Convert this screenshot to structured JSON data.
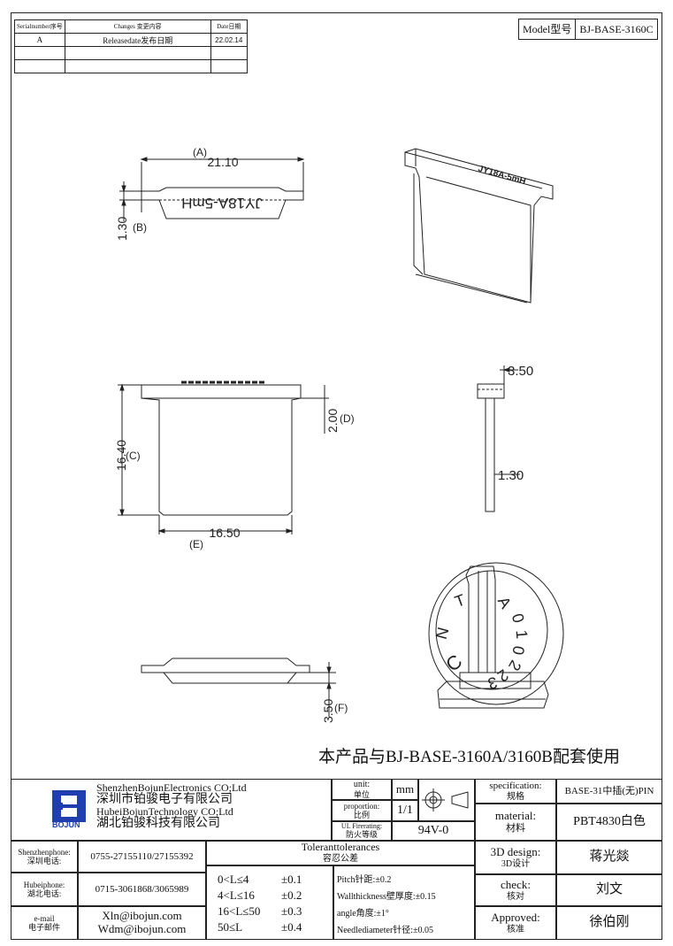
{
  "revision_table": {
    "headers": [
      "Serialnumber序号",
      "Changes 变更内容",
      "Date日期"
    ],
    "rows": [
      [
        "A",
        "Releasedate发布日期",
        "22.02.14"
      ],
      [
        "",
        "",
        ""
      ],
      [
        "",
        "",
        ""
      ]
    ]
  },
  "model": {
    "label": "Model型号",
    "value": "BJ-BASE-3160C"
  },
  "drawing": {
    "top_view": {
      "dim_width": "21.10",
      "dim_width_tag": "(A)",
      "dim_tab": "1.30",
      "dim_tab_tag": "(B)",
      "engraving": "JY18A-5mH"
    },
    "front_view": {
      "dim_height": "16.40",
      "dim_height_tag": "(C)",
      "dim_flange": "2.00",
      "dim_flange_tag": "(D)",
      "dim_body": "16.50",
      "dim_body_tag": "(E)"
    },
    "side_view": {
      "dim_head": "3.50",
      "dim_shank": "1.30"
    },
    "bottom_view": {
      "dim_thick": "3.50",
      "dim_thick_tag": "(F)"
    },
    "iso_label": "JY18A-5mH",
    "assembly_label": "322010AT·NC",
    "assembly_letters": [
      "C",
      "N",
      "T",
      "A",
      "0",
      "1",
      "0",
      "2",
      "2",
      "3"
    ]
  },
  "note": "本产品与BJ-BASE-3160A/3160B配套使用",
  "title_block": {
    "company": {
      "logo_text": "BOJUN",
      "en1": "ShenzhenBojunElectronics CO;Ltd",
      "cn1": "深圳市铂骏电子有限公司",
      "en2": "HubeiBojunTechnology CO;Ltd",
      "cn2": "湖北铂骏科技有限公司"
    },
    "unit_label": "unit:",
    "unit_label_cn": "单位",
    "unit_value": "mm",
    "proportion_label": "proportion:",
    "proportion_label_cn": "比例",
    "proportion_value": "1/1",
    "fire_label": "UL Firerating:",
    "fire_label_cn": "防火等级",
    "fire_value": "94V-0",
    "spec_label": "specification:",
    "spec_label_cn": "规格",
    "spec_value": "BASE-31中插(无)PIN",
    "material_label": "material:",
    "material_label_cn": "材料",
    "material_value": "PBT4830白色",
    "design_label": "3D design:",
    "design_label_cn": "3D设计",
    "design_value": "蒋光燚",
    "check_label": "check:",
    "check_label_cn": "核对",
    "check_value": "刘文",
    "approved_label": "Approved:",
    "approved_label_cn": "核准",
    "approved_value": "徐伯刚",
    "contacts": [
      {
        "label": "Shenzhenphone:",
        "label_cn": "深圳电话:",
        "value": "0755-27155110/27155392"
      },
      {
        "label": "Hubeiphone:",
        "label_cn": "湖北电话:",
        "value": "0715-3061868/3065989"
      },
      {
        "label": "e-mail",
        "label_cn": "电子邮件",
        "value1": "Xln@ibojun.com",
        "value2": "Wdm@ibojun.com"
      }
    ],
    "tolerance_title": "Toleranttolerances",
    "tolerance_title_cn": "容忍公差",
    "tolerances": [
      {
        "range": "0<L≤4",
        "value": "±0.1"
      },
      {
        "range": "4<L≤16",
        "value": "±0.2"
      },
      {
        "range": "16<L≤50",
        "value": "±0.3"
      },
      {
        "range": "50≤L",
        "value": "±0.4"
      }
    ],
    "specs": [
      "Pitch针距:±0.2",
      "Wallthickness壁厚度:±0.15",
      "angle角度:±1°",
      "Needlediameter针径:±0.05"
    ]
  }
}
